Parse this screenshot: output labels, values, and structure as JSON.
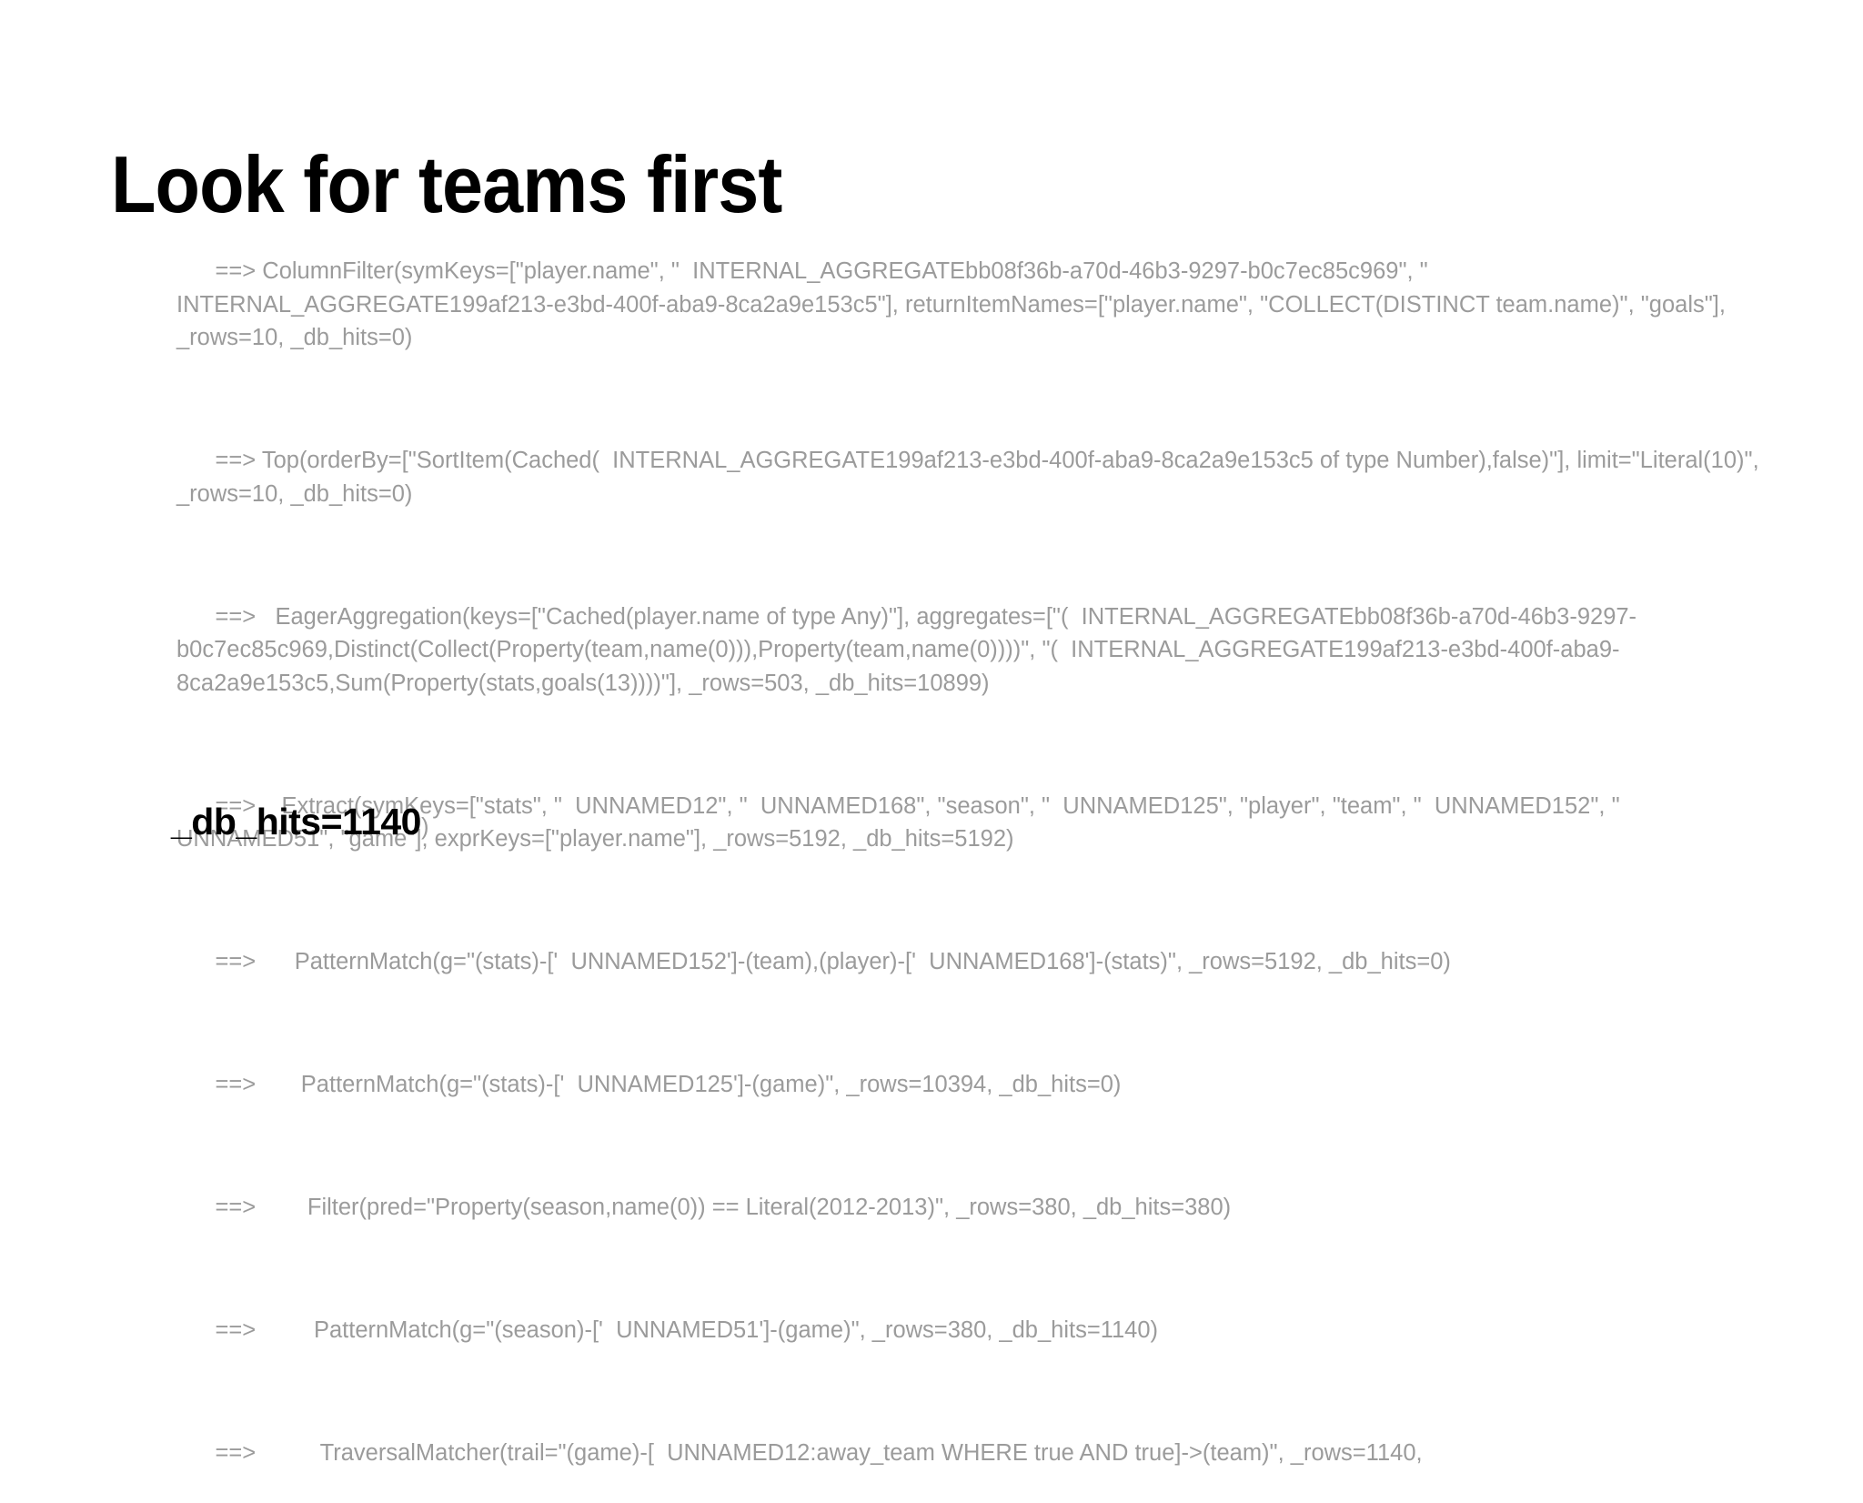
{
  "slide": {
    "title": "Look for teams first",
    "background_color": "#ffffff",
    "title_color": "#000000",
    "body_color": "#9b9b9b",
    "arrow_marker": "==>",
    "plan_lines": [
      {
        "arrow": "==> ",
        "indent": "",
        "text": "ColumnFilter(symKeys=[\"player.name\", \"  INTERNAL_AGGREGATEbb08f36b-a70d-46b3-9297-b0c7ec85c969\", \"  INTERNAL_AGGREGATE199af213-e3bd-400f-aba9-8ca2a9e153c5\"], returnItemNames=[\"player.name\", \"COLLECT(DISTINCT team.name)\", \"goals\"], _rows=10, _db_hits=0)"
      },
      {
        "arrow": "==> ",
        "indent": "",
        "text": "Top(orderBy=[\"SortItem(Cached(  INTERNAL_AGGREGATE199af213-e3bd-400f-aba9-8ca2a9e153c5 of type Number),false)\"], limit=\"Literal(10)\", _rows=10, _db_hits=0)"
      },
      {
        "arrow": "==> ",
        "indent": "  ",
        "text": "EagerAggregation(keys=[\"Cached(player.name of type Any)\"], aggregates=[\"(  INTERNAL_AGGREGATEbb08f36b-a70d-46b3-9297-b0c7ec85c969,Distinct(Collect(Property(team,name(0))),Property(team,name(0))))\", \"(  INTERNAL_AGGREGATE199af213-e3bd-400f-aba9-8ca2a9e153c5,Sum(Property(stats,goals(13))))\"], _rows=503, _db_hits=10899)"
      },
      {
        "arrow": "==> ",
        "indent": "   ",
        "text": "Extract(symKeys=[\"stats\", \"  UNNAMED12\", \"  UNNAMED168\", \"season\", \"  UNNAMED125\", \"player\", \"team\", \"  UNNAMED152\", \"  UNNAMED51\", \"game\"], exprKeys=[\"player.name\"], _rows=5192, _db_hits=5192)"
      },
      {
        "arrow": "==> ",
        "indent": "     ",
        "text": "PatternMatch(g=\"(stats)-['  UNNAMED152']-(team),(player)-['  UNNAMED168']-(stats)\", _rows=5192, _db_hits=0)"
      },
      {
        "arrow": "==> ",
        "indent": "      ",
        "text": "PatternMatch(g=\"(stats)-['  UNNAMED125']-(game)\", _rows=10394, _db_hits=0)"
      },
      {
        "arrow": "==> ",
        "indent": "       ",
        "text": "Filter(pred=\"Property(season,name(0)) == Literal(2012-2013)\", _rows=380, _db_hits=380)"
      },
      {
        "arrow": "==> ",
        "indent": "        ",
        "text": "PatternMatch(g=\"(season)-['  UNNAMED51']-(game)\", _rows=380, _db_hits=1140)"
      },
      {
        "arrow": "==> ",
        "indent": "         ",
        "text": "TraversalMatcher(trail=\"(game)-[  UNNAMED12:away_team WHERE true AND true]->(team)\", _rows=1140,"
      }
    ],
    "final_line": {
      "bold_text": "_db_hits=1140",
      "tail_text": ")"
    }
  }
}
